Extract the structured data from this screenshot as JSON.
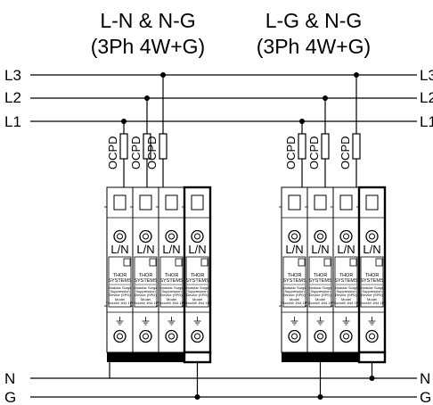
{
  "headers": {
    "left": {
      "line1": "L-N & N-G",
      "line2": "(3Ph 4W+G)"
    },
    "right": {
      "line1": "L-G & N-G",
      "line2": "(3Ph 4W+G)"
    }
  },
  "bus_labels": {
    "left": [
      "L3",
      "L2",
      "L1",
      "N",
      "G"
    ],
    "right": [
      "L3",
      "L2",
      "L1",
      "N",
      "G"
    ]
  },
  "ocpd_label": "OCPD",
  "module": {
    "mode_label": "L/N",
    "brand_line1": "THOR",
    "brand_line2": "SYSTEMS",
    "desc_line1": "Modular Surge",
    "desc_line2": "Suppression",
    "desc_line3": "Device (SPD)",
    "model_line1": "Model",
    "model_line2": "TSxxxM/ 1N4 1P4"
  },
  "colors": {
    "line": "#000000",
    "module_body": "#ffffff",
    "module_base": "#000000"
  }
}
